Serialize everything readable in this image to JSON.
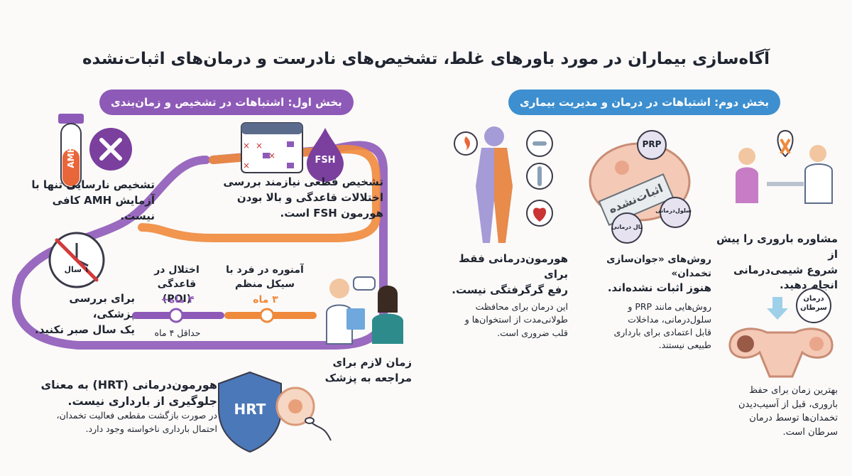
{
  "title": "آگاه‌سازی بیماران در مورد باورهای غلط، تشخیص‌های نادرست و درمان‌های اثبات‌نشده",
  "section1": {
    "label": "بخش اول: اشتباهات در تشخیص و زمان‌بندی"
  },
  "section2": {
    "label": "بخش دوم: اشتباهات در درمان و مدیریت بیماری"
  },
  "amh": {
    "tube_label": "AMH",
    "text_line1": "تشخیص نارسایی تنها با",
    "text_line2": "آزمایش AMH کافی نیست."
  },
  "fsh": {
    "drop_label": "FSH",
    "text_line1": "تشخیص قطعی نیازمند بررسی",
    "text_line2": "اختلالات قاعدگی و بالا بودن",
    "text_line3": "هورمون FSH است."
  },
  "clock": {
    "label": "۱ سال",
    "text_line1": "برای بررسی پزشکی،",
    "text_line2": "یک سال صبر نکنید."
  },
  "timeline": {
    "label_left_line1": "اختلال در قاعدگی",
    "label_left_line2": "(POI)",
    "label_right_line1": "آمنوره در فرد با",
    "label_right_line2": "سیکل منظم",
    "value_left": "۴ ماه+",
    "value_right": "۳ ماه",
    "sub_label": "حداقل ۴ ماه"
  },
  "doctor": {
    "text_line1": "زمان لازم برای",
    "text_line2": "مراجعه به پزشک"
  },
  "hrt": {
    "shield_label": "HRT",
    "title_line1": "هورمون‌درمانی (HRT) به معنای",
    "title_line2": "جلوگیری از بارداری نیست.",
    "desc_line1": "در صورت بازگشت مقطعی فعالیت تخمدان،",
    "desc_line2": "احتمال بارداری ناخواسته وجود دارد."
  },
  "hormone": {
    "title_line1": "هورمون‌درمانی فقط برای",
    "title_line2": "رفع گرگرفتگی نیست.",
    "desc_line1": "این درمان برای محافظت",
    "desc_line2": "طولانی‌مدت از استخوان‌ها و",
    "desc_line3": "قلب ضروری است."
  },
  "rejuvenation": {
    "tag_prp": "PRP",
    "tag_cell": "سلول‌درمانی",
    "tag_stem": "ثال درمانی",
    "stamp": "اثبات‌نشده",
    "title_line1": "روش‌های «جوان‌سازی تخمدان»",
    "title_line2": "هنوز اثبات نشده‌اند.",
    "desc_line1": "روش‌هایی مانند PRP و",
    "desc_line2": "سلول‌درمانی، مداخلات",
    "desc_line3": "قابل اعتمادی برای بارداری",
    "desc_line4": "طبیعی نیستند."
  },
  "fertility": {
    "title_line1": "مشاوره باروری را پیش از",
    "title_line2": "شروع شیمی‌درمانی",
    "title_line3": "انجام دهید.",
    "cancer_line1": "درمان",
    "cancer_line2": "سرطان",
    "desc_line1": "بهترین زمان برای حفظ",
    "desc_line2": "باروری، قبل از آسیب‌دیدن",
    "desc_line3": "تخمدان‌ها توسط درمان",
    "desc_line4": "سرطان است."
  }
}
